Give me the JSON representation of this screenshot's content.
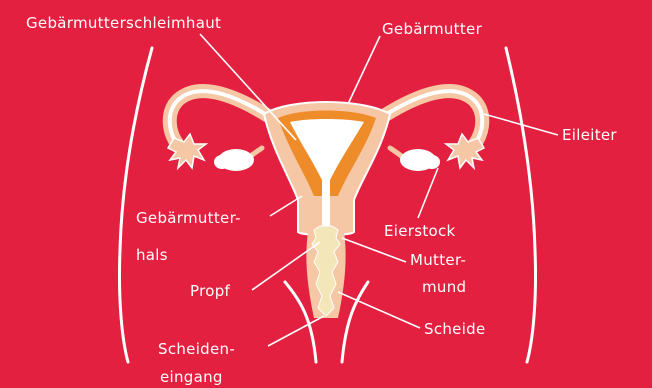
{
  "diagram": {
    "background_color": "#e3203f",
    "tissue_color": "#f6c7a4",
    "lining_color": "#ef8c2a",
    "cavity_color": "#ffffff",
    "ovary_color": "#ffffff",
    "plug_color": "#f3e6b8",
    "line_color": "#ffffff",
    "labels": {
      "endometrium": "Gebärmutterschleimhaut",
      "uterus": "Gebärmutter",
      "fallopian_tube": "Eileiter",
      "cervix_line1": "Gebärmutter-",
      "cervix_line2": "hals",
      "ovary": "Eierstock",
      "os_line1": "Mutter-",
      "os_line2": "mund",
      "plug": "Propf",
      "vagina": "Scheide",
      "vaginal_opening_line1": "Scheiden-",
      "vaginal_opening_line2": "eingang"
    }
  }
}
